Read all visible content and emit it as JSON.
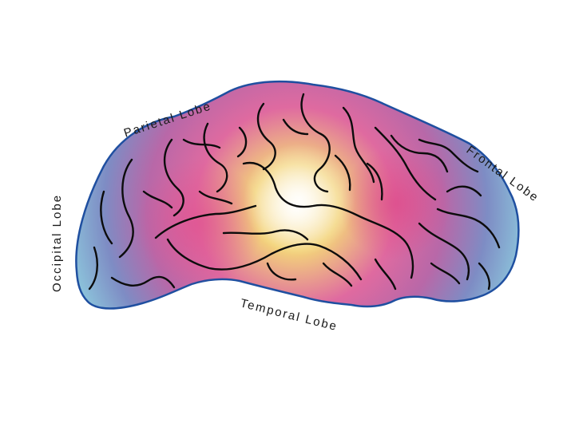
{
  "labels": {
    "parietal": "Parietal Lobe",
    "frontal": "Frontal Lobe",
    "occipital": "Occipital Lobe",
    "temporal": "Temporal Lobe"
  },
  "colors": {
    "outline": "#1f4fa0",
    "outer": "#8fcfe0",
    "magenta": "#d8508f",
    "yellow": "#f2cf6a",
    "center": "#fff8e8",
    "violet": "#7a78b8"
  }
}
